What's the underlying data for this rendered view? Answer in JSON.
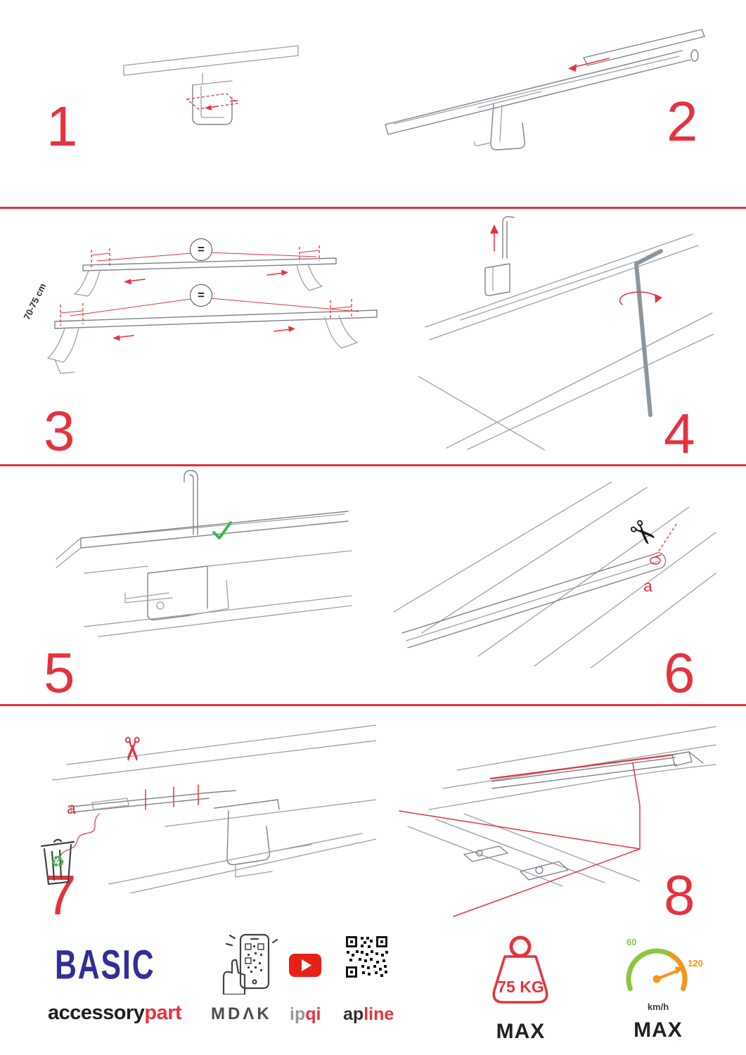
{
  "colors": {
    "accent_red": "#e5333e",
    "brand_blue": "#312e9c",
    "check_green": "#39b54a",
    "gauge_green": "#8dc63f",
    "gauge_orange": "#f7941d",
    "youtube_red": "#e62117"
  },
  "steps": [
    {
      "label": "1"
    },
    {
      "label": "2"
    },
    {
      "label": "3"
    },
    {
      "label": "4"
    },
    {
      "label": "5"
    },
    {
      "label": "6"
    },
    {
      "label": "7"
    },
    {
      "label": "8"
    }
  ],
  "annotations": {
    "bar_distance": "70-75 cm",
    "equal_spacing_rear": "=",
    "equal_spacing_front": "=",
    "cut_part_label_step6": "a",
    "cut_part_label_step7": "a"
  },
  "icons": {
    "scissors_glyph": "✂",
    "recycle_glyph": "♻"
  },
  "footer": {
    "brand_name": "BASIC",
    "brand_line_black": "accessory",
    "brand_line_red": "part",
    "partner_mdak": "MDΛK",
    "partner_ipqi_gray": "ip",
    "partner_ipqi_red": "qi",
    "partner_apline_black": "ap",
    "partner_apline_red": "line",
    "max_load": "75 KG",
    "max_load_label": "MAX",
    "speed_min": "60",
    "speed_max_value": "120",
    "speed_unit": "km/h",
    "speed_label": "MAX"
  }
}
